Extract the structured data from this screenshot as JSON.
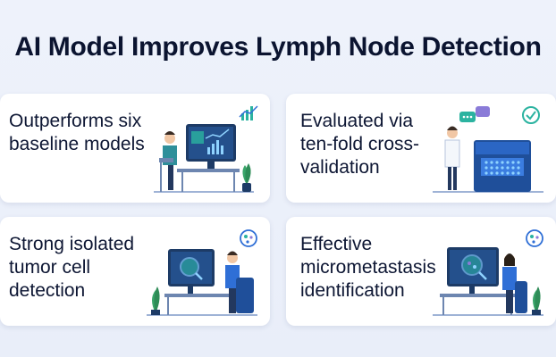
{
  "title": "AI Model Improves Lymph Node Detection",
  "cards": [
    {
      "text": "Outperforms six baseline models",
      "illustration_icon": "chart-icon"
    },
    {
      "text": "Evaluated via ten-fold cross-validation",
      "illustration_icon": "check-icon"
    },
    {
      "text": "Strong isolated tumor cell detection",
      "illustration_icon": "cell-icon"
    },
    {
      "text": "Effective micrometastasis identification",
      "illustration_icon": "cell-icon"
    }
  ],
  "colors": {
    "accent": "#2f6fd6",
    "teal": "#2bb3a0",
    "plant": "#3aa56a",
    "text": "#0d1633"
  }
}
